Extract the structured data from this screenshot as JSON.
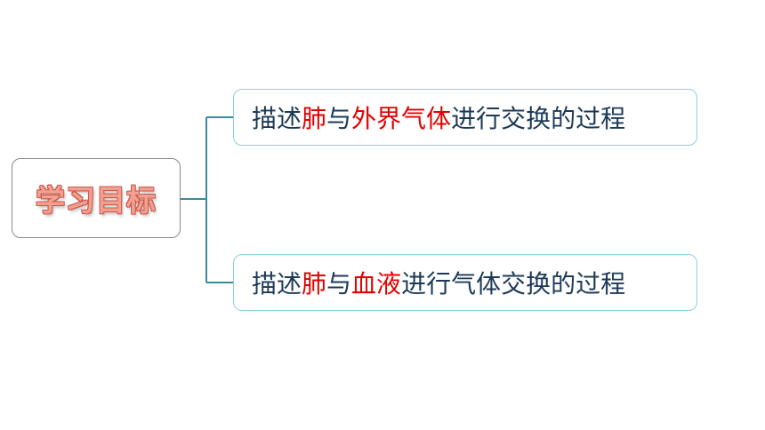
{
  "root": {
    "label": "学习目标"
  },
  "branches": [
    {
      "segments": [
        {
          "text": "描述",
          "highlight": false
        },
        {
          "text": "肺",
          "highlight": true
        },
        {
          "text": "与",
          "highlight": false
        },
        {
          "text": "外界气体",
          "highlight": true
        },
        {
          "text": "进行交换的过程",
          "highlight": false
        }
      ]
    },
    {
      "segments": [
        {
          "text": "描述",
          "highlight": false
        },
        {
          "text": "肺",
          "highlight": true
        },
        {
          "text": "与",
          "highlight": false
        },
        {
          "text": "血液",
          "highlight": true
        },
        {
          "text": "进行气体交换的过程",
          "highlight": false
        }
      ]
    }
  ],
  "colors": {
    "root_text": "#f3a091",
    "root_border": "#8a8a8a",
    "branch_border": "#8fd0d6",
    "branch_text": "#1c3a57",
    "highlight": "#e30000",
    "connector": "#3a8c98"
  }
}
